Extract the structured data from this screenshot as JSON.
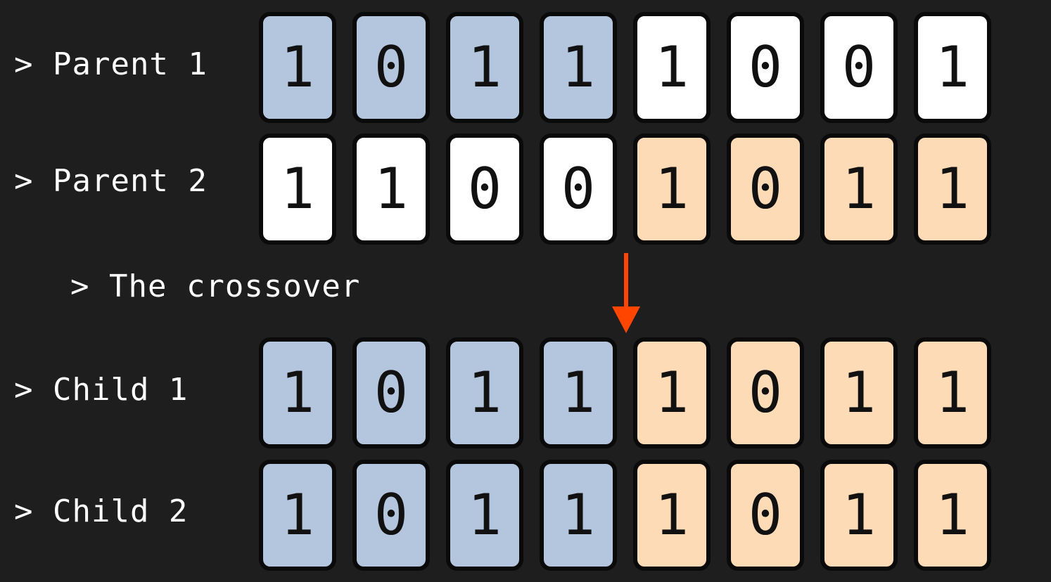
{
  "rows": [
    {
      "label": "> Parent 1",
      "bits": [
        "1",
        "0",
        "1",
        "1",
        "1",
        "0",
        "0",
        "1"
      ],
      "colors": [
        "blue",
        "blue",
        "blue",
        "blue",
        "white",
        "white",
        "white",
        "white"
      ]
    },
    {
      "label": "> Parent 2",
      "bits": [
        "1",
        "1",
        "0",
        "0",
        "1",
        "0",
        "1",
        "1"
      ],
      "colors": [
        "white",
        "white",
        "white",
        "white",
        "orange",
        "orange",
        "orange",
        "orange"
      ]
    },
    {
      "label": "> Child 1",
      "bits": [
        "1",
        "0",
        "1",
        "1",
        "1",
        "0",
        "1",
        "1"
      ],
      "colors": [
        "blue",
        "blue",
        "blue",
        "blue",
        "orange",
        "orange",
        "orange",
        "orange"
      ]
    },
    {
      "label": "> Child 2",
      "bits": [
        "1",
        "0",
        "1",
        "1",
        "1",
        "0",
        "1",
        "1"
      ],
      "colors": [
        "blue",
        "blue",
        "blue",
        "blue",
        "orange",
        "orange",
        "orange",
        "orange"
      ]
    }
  ],
  "crossover": {
    "label": "> The crossover"
  },
  "palette": {
    "blue": "#b4c6dd",
    "orange": "#fddbb6",
    "white": "#ffffff",
    "arrow": "#ff4500",
    "background": "#1e1e1e"
  },
  "icons": {
    "crossover_marker": "down-arrow-icon"
  }
}
